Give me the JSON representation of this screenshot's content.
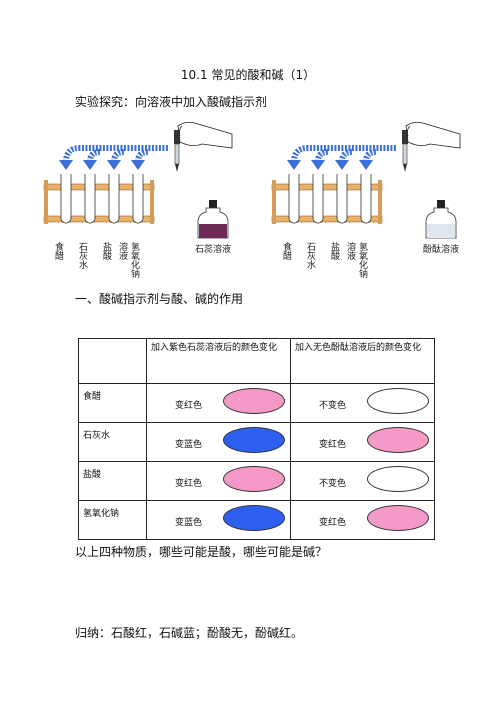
{
  "title": "10.1 常见的酸和碱（1）",
  "subtitle": "实验探究：向溶液中加入酸碱指示剂",
  "figures": {
    "left": {
      "tube_labels": [
        "食醋",
        "石灰水",
        "盐酸",
        "溶液",
        "氢氧化钠"
      ],
      "bottle_label": "石蕊溶液"
    },
    "right": {
      "tube_labels": [
        "食醋",
        "石灰水",
        "盐酸",
        "溶液",
        "氢氧化钠"
      ],
      "bottle_label": "酚酞溶液"
    }
  },
  "section1": "一、酸碱指示剂与酸、碱的作用",
  "table": {
    "headers": [
      "",
      "加入紫色石蕊溶液后的颜色变化",
      "加入无色酚酞溶液后的颜色变化"
    ],
    "rows": [
      {
        "substance": "食醋",
        "litmus": "变红色",
        "litmus_color": "#f59ac8",
        "phenol": "不变色",
        "phenol_color": "#ffffff"
      },
      {
        "substance": "石灰水",
        "litmus": "变蓝色",
        "litmus_color": "#2d5ff0",
        "phenol": "变红色",
        "phenol_color": "#f59ac8"
      },
      {
        "substance": "盐酸",
        "litmus": "变红色",
        "litmus_color": "#f59ac8",
        "phenol": "不变色",
        "phenol_color": "#ffffff"
      },
      {
        "substance": "氢氧化钠",
        "litmus": "变蓝色",
        "litmus_color": "#2d5ff0",
        "phenol": "变红色",
        "phenol_color": "#f59ac8"
      }
    ]
  },
  "question": "以上四种物质，哪些可能是酸，哪些可能是碱？",
  "summary": "归纳：石酸红，石碱蓝；酚酸无，酚碱红。",
  "colors": {
    "arrow": "#3b6fd8",
    "rack": "#e8b26a",
    "liquid_litmus": "#6b2a55",
    "liquid_phenol": "#dfe6ee"
  }
}
